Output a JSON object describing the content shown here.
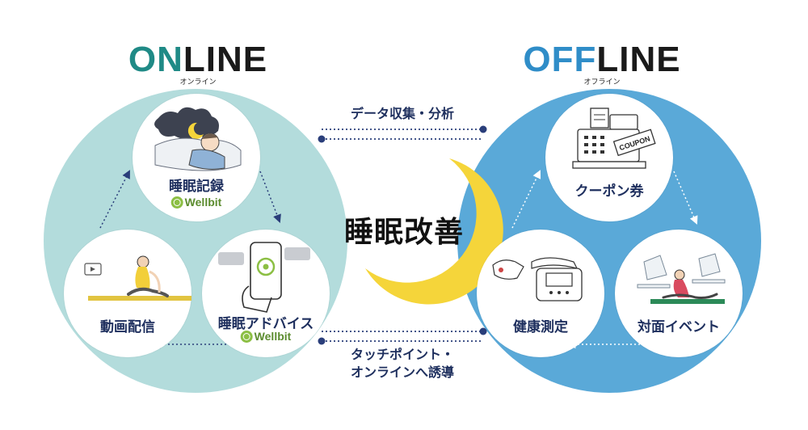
{
  "online": {
    "title_accent": "ON",
    "title_rest": "LINE",
    "subtitle": "オンライン"
  },
  "offline": {
    "title_accent": "OFF",
    "title_rest": "LINE",
    "subtitle": "オフライン"
  },
  "center": {
    "title": "睡眠改善"
  },
  "links": {
    "top": "データ収集・分析",
    "bottom_line1": "タッチポイント・",
    "bottom_line2": "オンラインへ誘導"
  },
  "online_nodes": {
    "sleep_record": {
      "label": "睡眠記録",
      "brand": "Wellbit"
    },
    "video": {
      "label": "動画配信"
    },
    "advice": {
      "label": "睡眠アドバイス",
      "brand": "Wellbit"
    }
  },
  "offline_nodes": {
    "coupon": {
      "label": "クーポン券",
      "coupon_text": "COUPON"
    },
    "health": {
      "label": "健康測定"
    },
    "event": {
      "label": "対面イベント"
    }
  },
  "colors": {
    "online_accent": "#1f8a86",
    "offline_accent": "#2f8dc8",
    "online_circle": "#b3dcdc",
    "offline_circle": "#5aa9d8",
    "label_navy": "#1e2f5e",
    "moon": "#f5d53a"
  }
}
